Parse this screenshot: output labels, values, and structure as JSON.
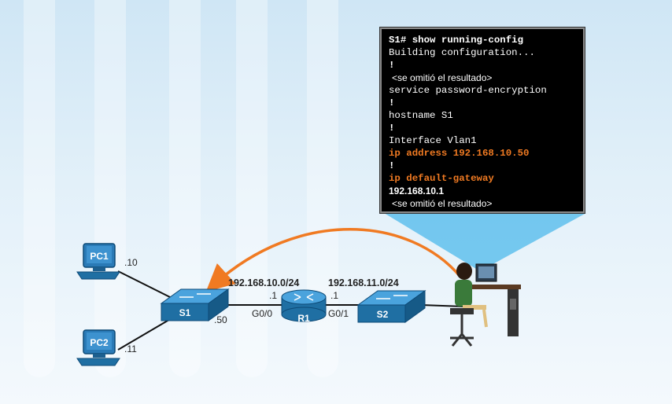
{
  "terminal": {
    "lines": [
      {
        "prompt": "S1#",
        "command": "show running-config"
      },
      {
        "text": "Building configuration..."
      },
      {
        "text": "!"
      },
      {
        "text": "<se omitió el resultado>"
      },
      {
        "text": "service password-encryption"
      },
      {
        "text": "!"
      },
      {
        "text": "hostname S1"
      },
      {
        "text": "!"
      },
      {
        "text": "Interface Vlan1"
      },
      {
        "text": "ip address 192.168.10.50"
      },
      {
        "text": "!"
      },
      {
        "text": "ip default-gateway"
      },
      {
        "text": "192.168.10.1"
      },
      {
        "text": "<se omitió el resultado>"
      }
    ]
  },
  "devices": {
    "pc1": "PC1",
    "pc2": "PC2",
    "s1": "S1",
    "r1": "R1",
    "s2": "S2"
  },
  "labels": {
    "pc1_host": ".10",
    "pc2_host": ".11",
    "s1_host": ".50",
    "net_left": "192.168.10.0/24",
    "net_right": "192.168.11.0/24",
    "r1_left_host": ".1",
    "r1_right_host": ".1",
    "r1_left_iface": "G0/0",
    "r1_right_iface": "G0/1"
  },
  "colors": {
    "highlight": "#f07a22",
    "device_blue": "#1f6fa3",
    "beam": "#5fc0ec"
  }
}
